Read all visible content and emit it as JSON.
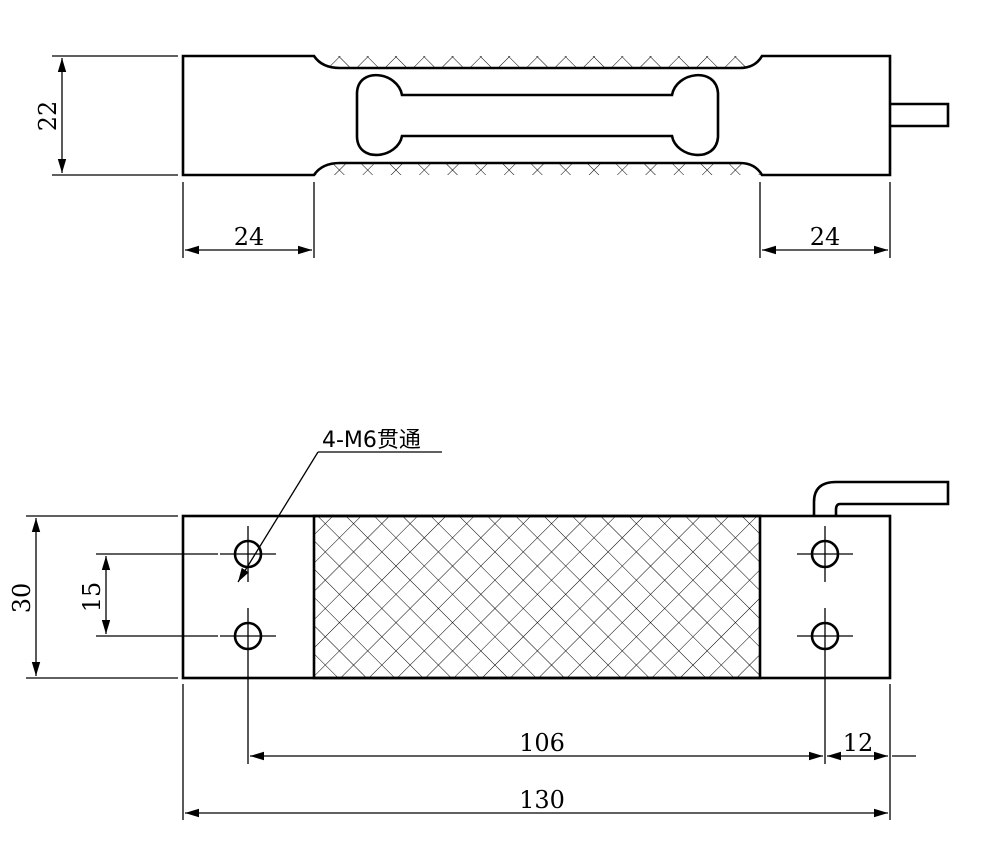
{
  "side_view": {
    "height_dim": "22",
    "left_span_dim": "24",
    "right_span_dim": "24"
  },
  "top_view": {
    "hole_note": "4-M6贯通",
    "width_dim": "30",
    "hole_spacing_dim": "15",
    "hole_pitch_dim": "106",
    "edge_offset_dim": "12",
    "overall_length_dim": "130"
  },
  "colors": {
    "line": "#000000",
    "background": "#ffffff"
  }
}
